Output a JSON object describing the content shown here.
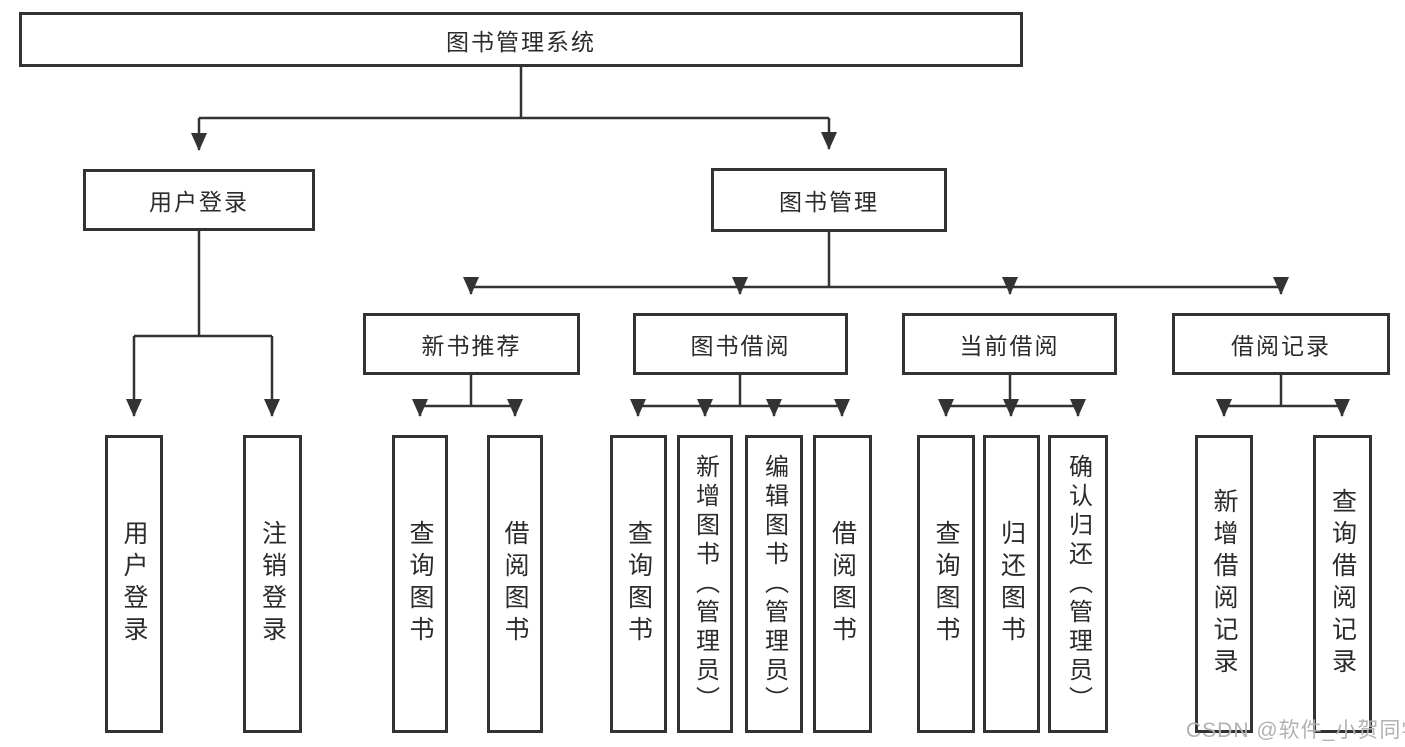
{
  "colors": {
    "line": "#333333",
    "box_border": "#333333",
    "text": "#2b2b2b",
    "watermark_text": "#b2b2b2",
    "background": "#ffffff"
  },
  "root": {
    "label": "图书管理系统"
  },
  "branches": [
    {
      "label": "用户登录",
      "children": [
        {
          "label": "用户登录"
        },
        {
          "label": "注销登录"
        }
      ]
    },
    {
      "label": "图书管理",
      "children": [
        {
          "label": "新书推荐",
          "children": [
            {
              "label": "查询图书"
            },
            {
              "label": "借阅图书"
            }
          ]
        },
        {
          "label": "图书借阅",
          "children": [
            {
              "label": "查询图书"
            },
            {
              "label": "新增图书（管理员）"
            },
            {
              "label": "编辑图书（管理员）"
            },
            {
              "label": "借阅图书"
            }
          ]
        },
        {
          "label": "当前借阅",
          "children": [
            {
              "label": "查询图书"
            },
            {
              "label": "归还图书"
            },
            {
              "label": "确认归还（管理员）"
            }
          ]
        },
        {
          "label": "借阅记录",
          "children": [
            {
              "label": "新增借阅记录"
            },
            {
              "label": "查询借阅记录"
            }
          ]
        }
      ]
    }
  ],
  "watermark": "CSDN @软件_小贺同学"
}
